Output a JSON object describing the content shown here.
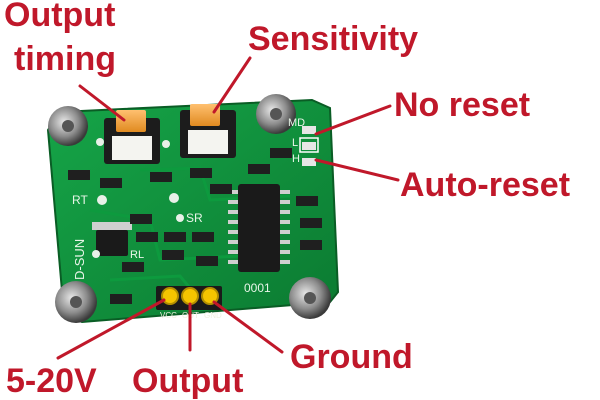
{
  "labels": {
    "output_timing": [
      "Output",
      "timing"
    ],
    "sensitivity": "Sensitivity",
    "no_reset": "No reset",
    "auto_reset": "Auto-reset",
    "power": "5-20V",
    "output": "Output",
    "ground": "Ground"
  },
  "silkscreen": {
    "brand": "D-SUN",
    "rt": "RT",
    "sr": "SR",
    "rl": "RL",
    "md": "MD",
    "l": "L",
    "h": "H",
    "code": "0001",
    "pins": [
      "VCC",
      "OUT",
      "GND"
    ]
  },
  "colors": {
    "callout": "#c0182a",
    "pcb": "#0f8a3a",
    "pot": "#f2a23a",
    "header_pin": "#f5c400"
  }
}
